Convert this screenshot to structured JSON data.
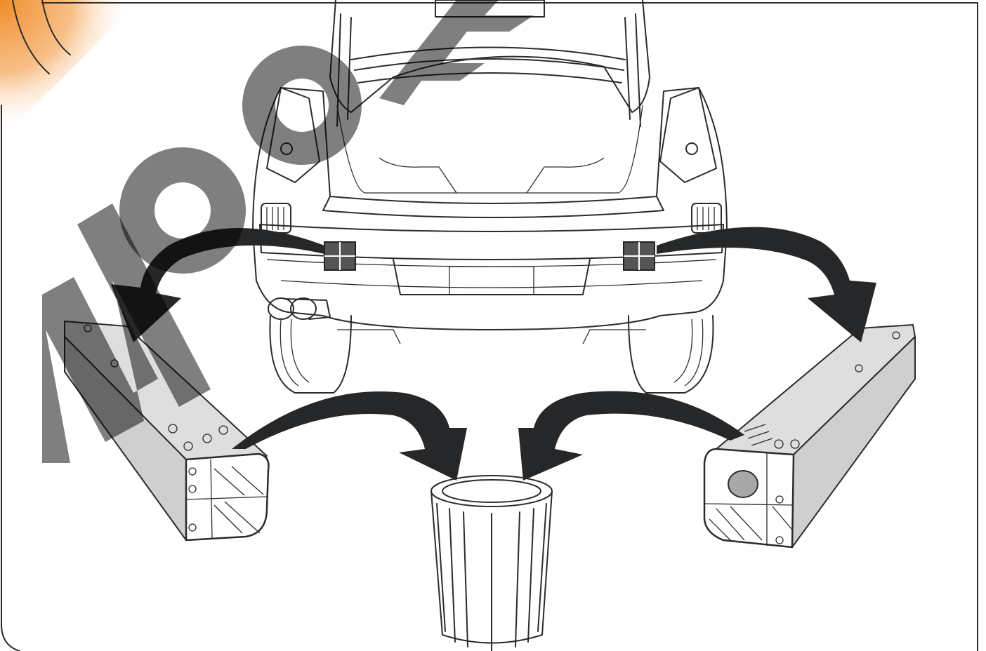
{
  "figure": {
    "watermark": {
      "text": "NO OFF",
      "color": "#000000",
      "present": true
    },
    "corner_accent_color": "#f08a24",
    "parts": [
      "car-rear-view",
      "left-bumper-beam",
      "right-bumper-beam",
      "disposal-bin"
    ],
    "arrows": [
      "arrow-car-to-left-beam",
      "arrow-car-to-right-beam",
      "arrow-left-beam-to-bin",
      "arrow-right-beam-to-bin"
    ]
  }
}
